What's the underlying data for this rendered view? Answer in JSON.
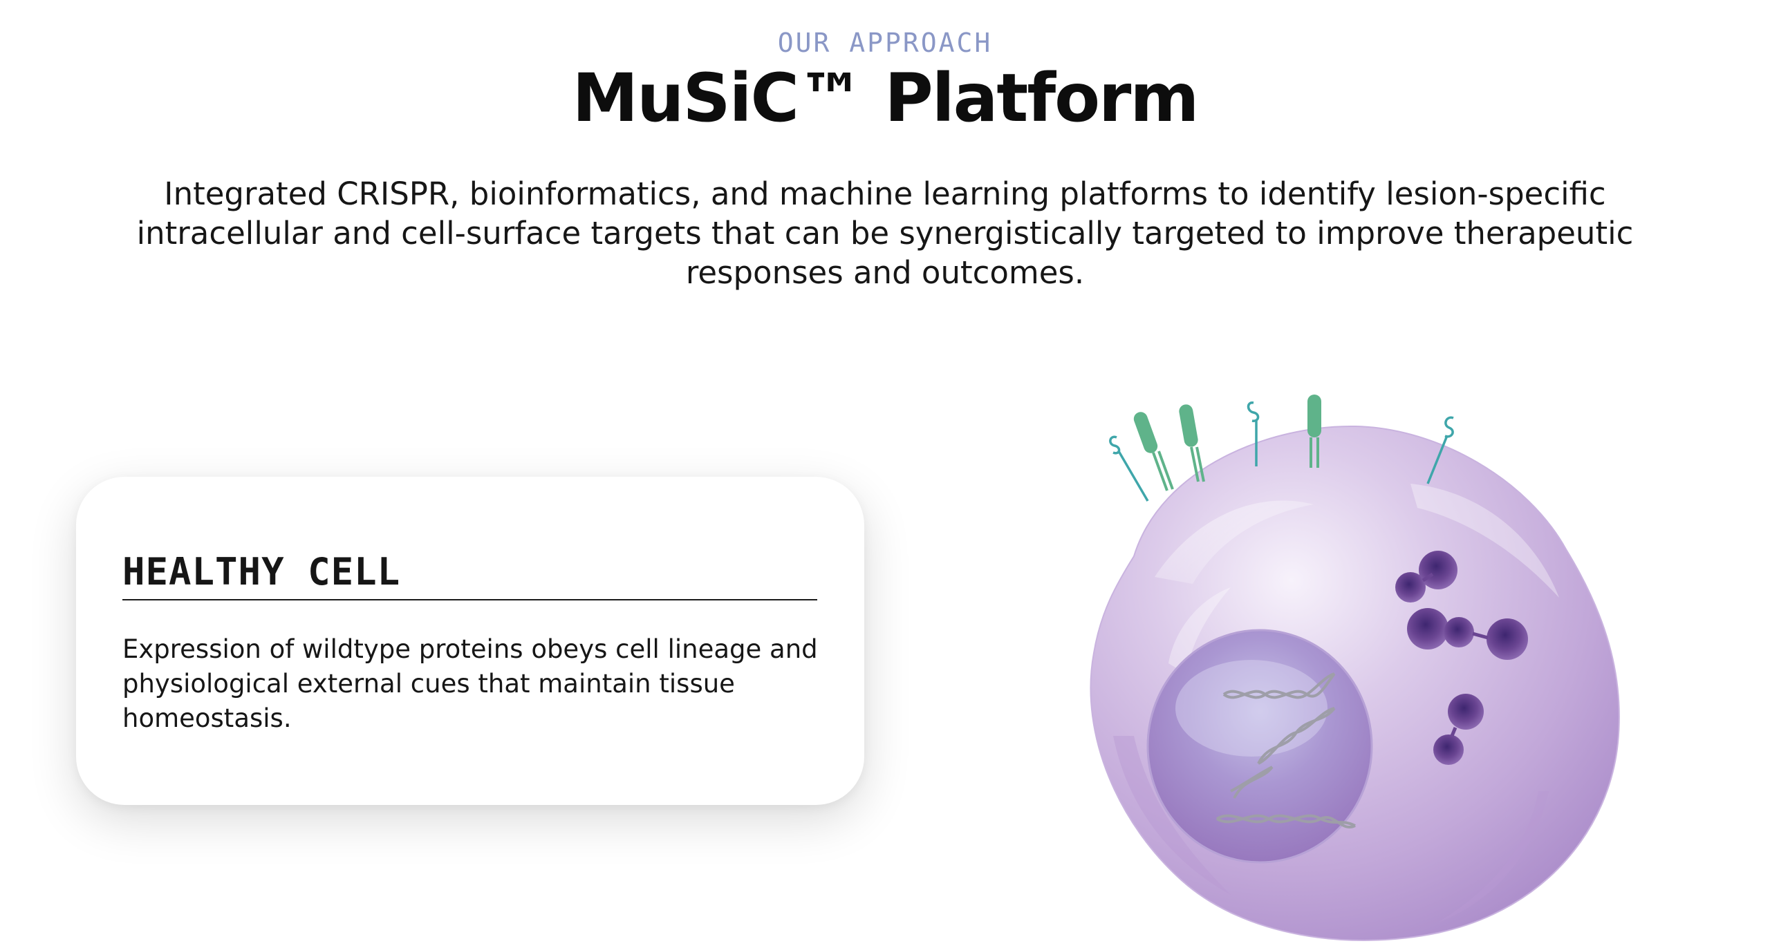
{
  "section": {
    "eyebrow": "OUR APPROACH",
    "title": "MuSiC™ Platform",
    "intro": "Integrated CRISPR, bioinformatics, and machine learning platforms to identify lesion-specific intracellular and cell-surface targets that can be synergistically targeted to improve therapeutic responses and outcomes."
  },
  "card": {
    "title": "HEALTHY CELL",
    "body": "Expression of wildtype proteins obeys cell lineage and physiological external cues that maintain tissue homeostasis."
  },
  "illustration": {
    "subject": "healthy-cell",
    "colors": {
      "cytoplasm": "#c9b3df",
      "nucleus": "#a48bc6",
      "proteins": "#6a4592",
      "receptors": "#5fb38a",
      "antibodies": "#3fa6aa"
    }
  }
}
